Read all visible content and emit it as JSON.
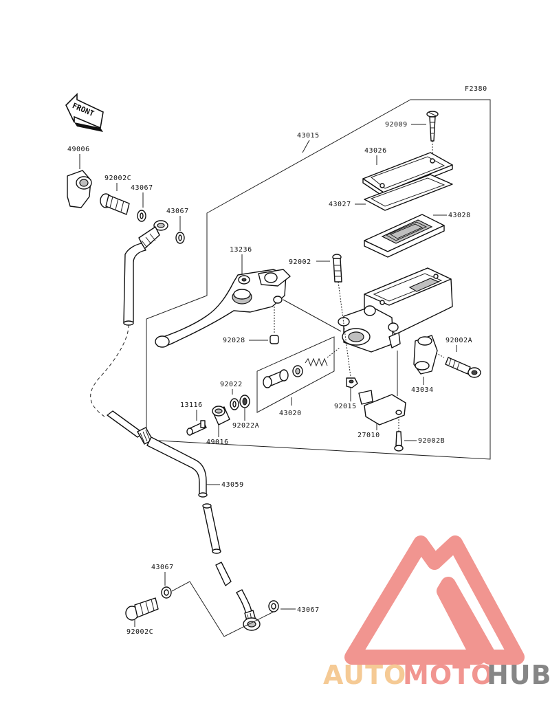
{
  "figure_code": "F2380",
  "front_label": "FRONT",
  "parts": {
    "p43015": "43015",
    "p92009": "92009",
    "p43026": "43026",
    "p43027": "43027",
    "p43028": "43028",
    "p49006": "49006",
    "p92002c_top": "92002C",
    "p43067_a": "43067",
    "p43067_b": "43067",
    "p13236": "13236",
    "p92002": "92002",
    "p92028": "92028",
    "p92002a": "92002A",
    "p92022": "92022",
    "p13116": "13116",
    "p43034": "43034",
    "p92015": "92015",
    "p43020": "43020",
    "p92022a": "92022A",
    "p49016": "49016",
    "p27010": "27010",
    "p92002b": "92002B",
    "p43059": "43059",
    "p43067_c": "43067",
    "p43067_d": "43067",
    "p92002c_bottom": "92002C"
  },
  "watermark": {
    "part1": "AUTO",
    "part2": "MOTO",
    "part3": "HUB",
    "color_light": "#f5c58a",
    "color_mid": "#f08a84",
    "color_dark": "#7a7a7a",
    "logo_color": "#f08a84"
  }
}
